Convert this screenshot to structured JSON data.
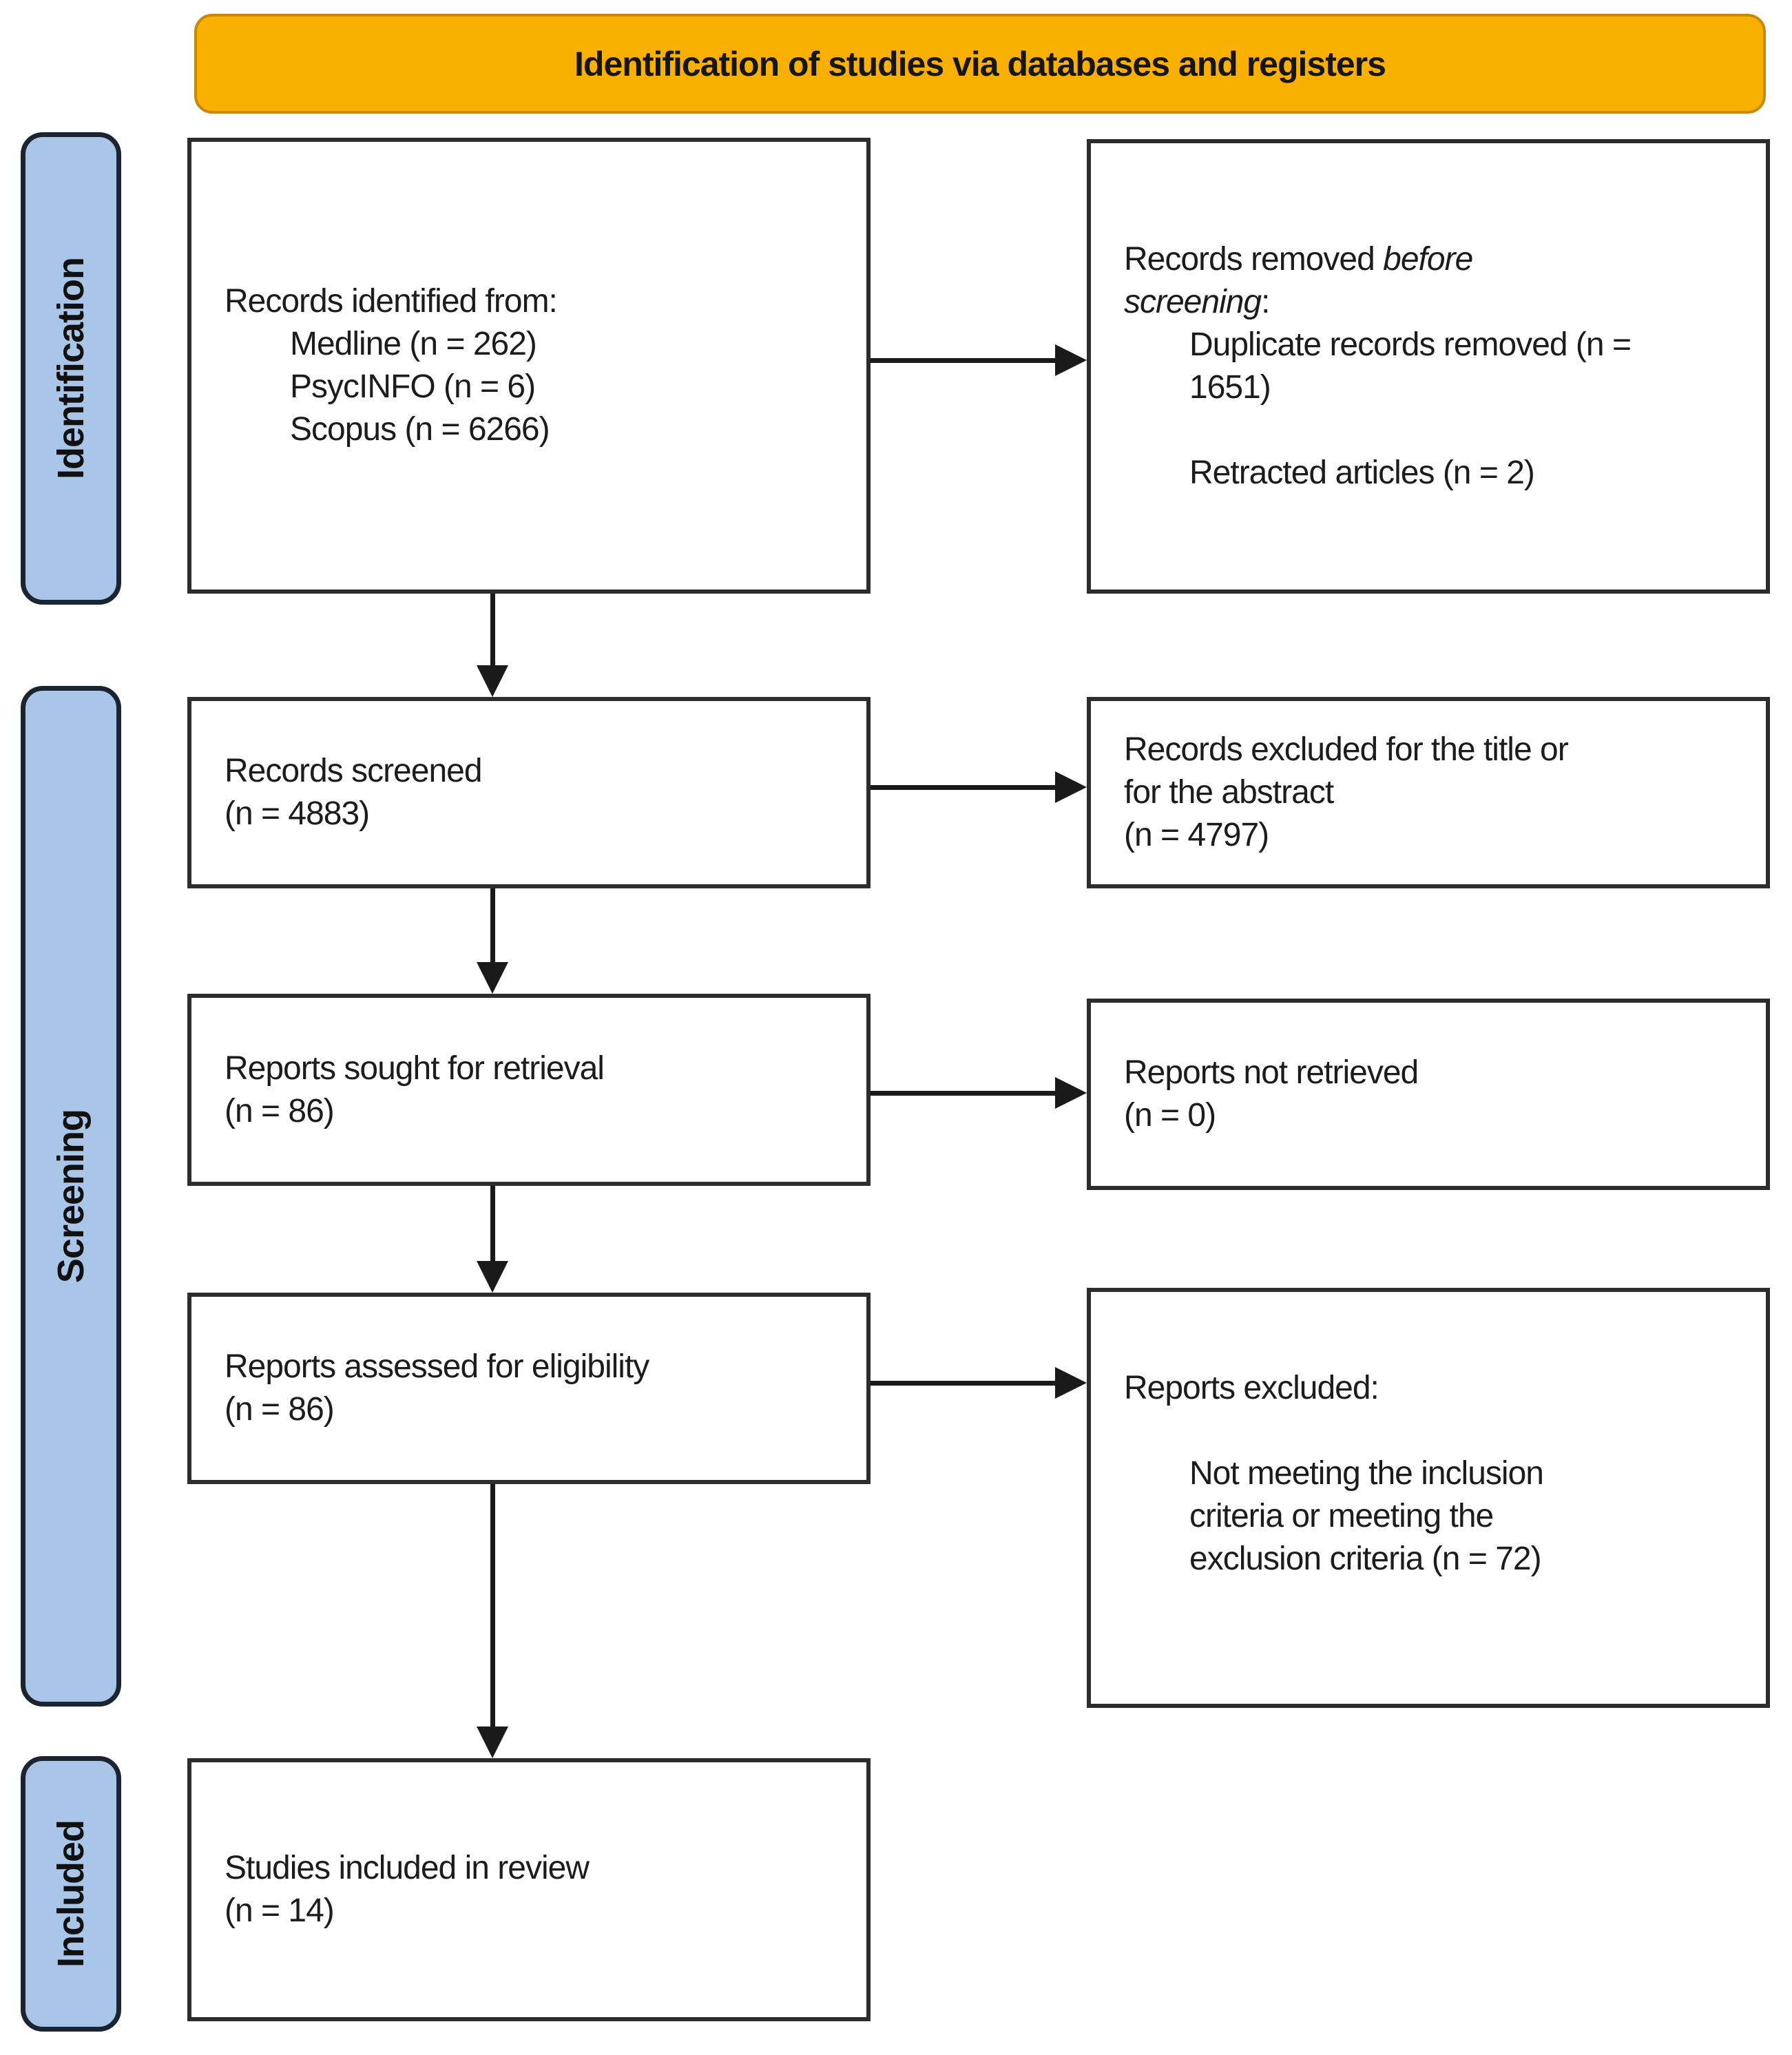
{
  "banner": {
    "title": "Identification of studies via databases and registers"
  },
  "stages": {
    "identification": "Identification",
    "screening": "Screening",
    "included": "Included"
  },
  "boxes": {
    "records_identified": {
      "heading": "Records identified from:",
      "items": [
        "Medline (n = 262)",
        "PsycINFO (n = 6)",
        "Scopus (n = 6266)"
      ]
    },
    "records_removed": {
      "heading_pre": "Records removed ",
      "heading_italic": "before screening",
      "heading_post": ":",
      "items": [
        "Duplicate records removed (n = 1651)",
        "Retracted articles (n = 2)"
      ]
    },
    "records_screened": {
      "lines": [
        "Records screened",
        "(n = 4883)"
      ]
    },
    "records_excluded": {
      "lines": [
        "Records excluded for the title or",
        "for the abstract",
        "(n = 4797)"
      ]
    },
    "reports_sought": {
      "lines": [
        "Reports sought for retrieval",
        "(n = 86)"
      ]
    },
    "reports_not_retrieved": {
      "lines": [
        "Reports not retrieved",
        "(n = 0)"
      ]
    },
    "reports_assessed": {
      "lines": [
        "Reports assessed for eligibility",
        "(n = 86)"
      ]
    },
    "reports_excluded": {
      "heading": "Reports excluded:",
      "item": "Not meeting the inclusion criteria or meeting the exclusion criteria (n = 72)"
    },
    "studies_included": {
      "lines": [
        "Studies included in review",
        "(n = 14)"
      ]
    }
  },
  "colors": {
    "banner_bg": "#F9B001",
    "banner_border": "#C8880A",
    "stage_bg": "#A9C5E7",
    "stage_border": "#1B2430",
    "box_border": "#2D2D2D",
    "arrow": "#1A1A1A",
    "text": "#1C1C1C"
  }
}
